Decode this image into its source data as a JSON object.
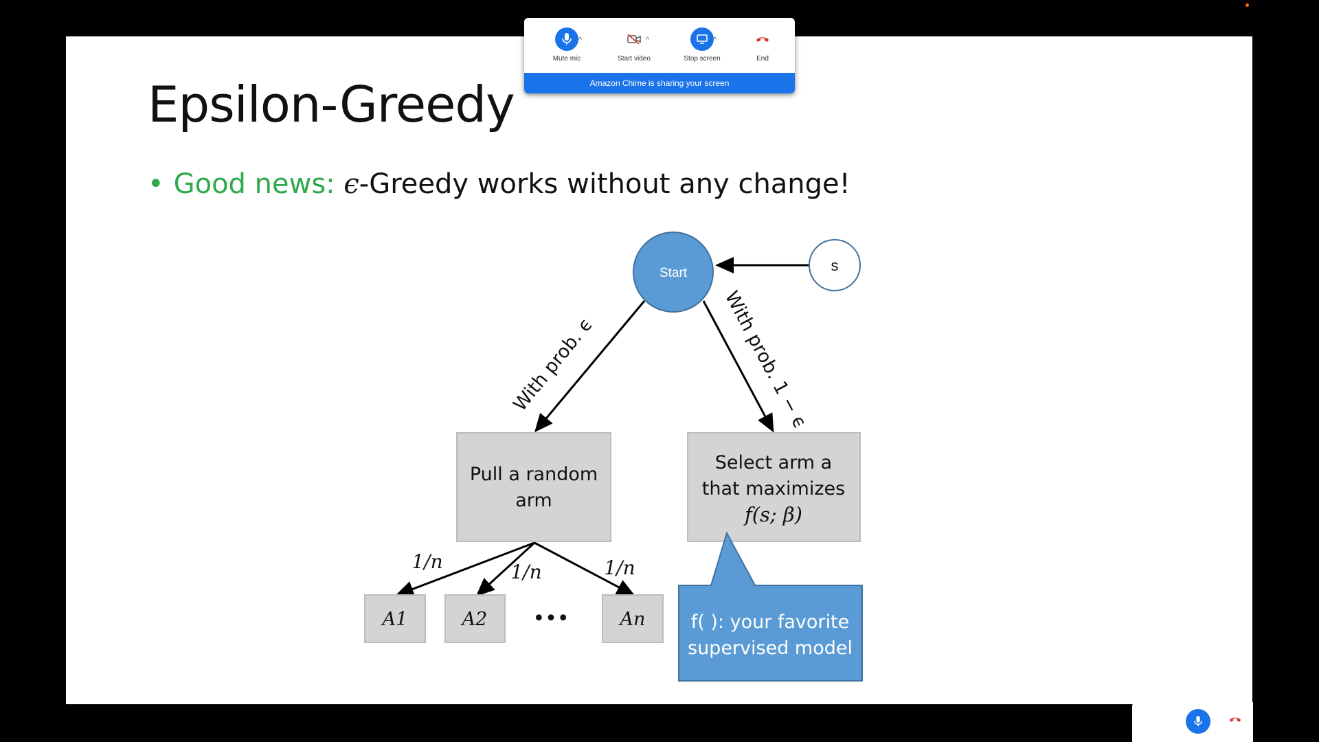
{
  "slide": {
    "title": "Epsilon-Greedy",
    "bullet_green": "Good news:",
    "bullet_eps": "ϵ",
    "bullet_rest": "-Greedy works without any change!"
  },
  "diagram": {
    "start_label": "Start",
    "s_label": "s",
    "edge_left_label": "With prob. ϵ",
    "edge_right_label": "With prob. 1 − ϵ",
    "random_box": [
      "Pull a random",
      "arm"
    ],
    "select_box": [
      "Select arm a",
      "that maximizes",
      "f(s; β)"
    ],
    "callout": [
      "f( ): your favorite",
      "supervised model"
    ],
    "prob_labels": [
      "1/n",
      "1/n",
      "1/n"
    ],
    "arms": [
      "A1",
      "A2",
      "An"
    ],
    "ellipsis": "•••"
  },
  "chime": {
    "mute_label": "Mute mic",
    "video_label": "Start video",
    "stop_label": "Stop screen",
    "end_label": "End",
    "banner": "Amazon Chime is sharing your screen",
    "caret": "^",
    "colors": {
      "accent": "#1a73e8",
      "end": "#d93025"
    },
    "icons": [
      "mic-icon",
      "video-off-icon",
      "screen-share-icon",
      "phone-end-icon"
    ]
  },
  "colors": {
    "node_blue": "#5b9bd5",
    "box_gray": "#d4d4d4",
    "callout_blue": "#5b9bd5",
    "green": "#2eaa4a"
  }
}
